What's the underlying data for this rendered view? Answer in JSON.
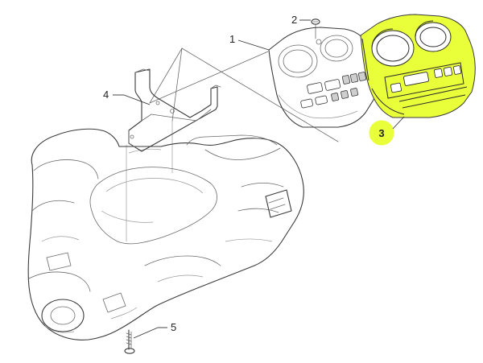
{
  "callouts": [
    {
      "id": "1",
      "label": "1"
    },
    {
      "id": "2",
      "label": "2"
    },
    {
      "id": "3",
      "label": "3",
      "highlighted": true,
      "color": "#e9ff3a"
    },
    {
      "id": "4",
      "label": "4"
    },
    {
      "id": "5",
      "label": "5"
    }
  ],
  "colors": {
    "highlight": "#e9ff3a",
    "line": "#3a3a3a",
    "background": "#ffffff"
  }
}
